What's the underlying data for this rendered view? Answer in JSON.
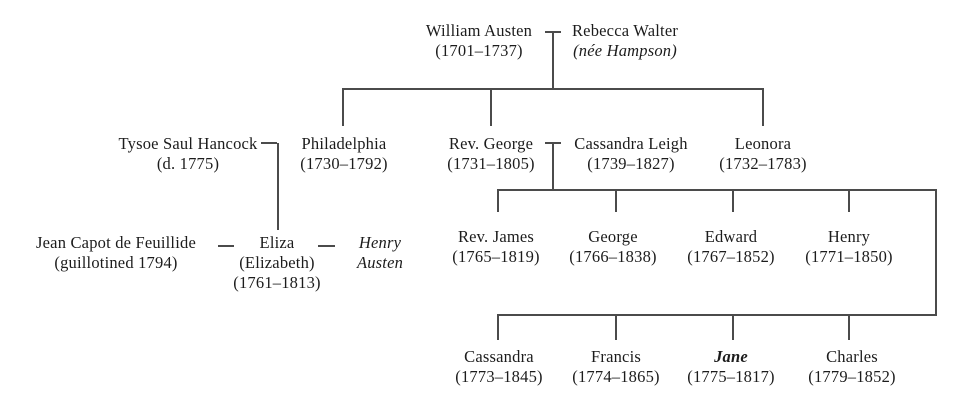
{
  "diagram": {
    "type": "family-tree",
    "colors": {
      "background": "#ffffff",
      "text": "#1c1c1c",
      "line": "#4b4b4b"
    }
  },
  "people": {
    "william_austen": {
      "name": "William Austen",
      "dates": "(1701–1737)"
    },
    "rebecca_walter": {
      "name": "Rebecca Walter",
      "note": "(née Hampson)"
    },
    "tysoe_hancock": {
      "name": "Tysoe Saul Hancock",
      "dates": "(d. 1775)"
    },
    "philadelphia": {
      "name": "Philadelphia",
      "dates": "(1730–1792)"
    },
    "rev_george": {
      "name": "Rev. George",
      "dates": "(1731–1805)"
    },
    "cassandra_leigh": {
      "name": "Cassandra Leigh",
      "dates": "(1739–1827)"
    },
    "leonora": {
      "name": "Leonora",
      "dates": "(1732–1783)"
    },
    "jean_capot": {
      "name": "Jean Capot de Feuillide",
      "dates": "(guillotined 1794)"
    },
    "eliza": {
      "name": "Eliza",
      "alias": "(Elizabeth)",
      "dates": "(1761–1813)"
    },
    "henry_austen": {
      "name_line1": "Henry",
      "name_line2": "Austen"
    },
    "rev_james": {
      "name": "Rev. James",
      "dates": "(1765–1819)"
    },
    "george": {
      "name": "George",
      "dates": "(1766–1838)"
    },
    "edward": {
      "name": "Edward",
      "dates": "(1767–1852)"
    },
    "henry": {
      "name": "Henry",
      "dates": "(1771–1850)"
    },
    "cassandra": {
      "name": "Cassandra",
      "dates": "(1773–1845)"
    },
    "francis": {
      "name": "Francis",
      "dates": "(1774–1865)"
    },
    "jane": {
      "name": "Jane",
      "dates": "(1775–1817)"
    },
    "charles": {
      "name": "Charles",
      "dates": "(1779–1852)"
    }
  }
}
